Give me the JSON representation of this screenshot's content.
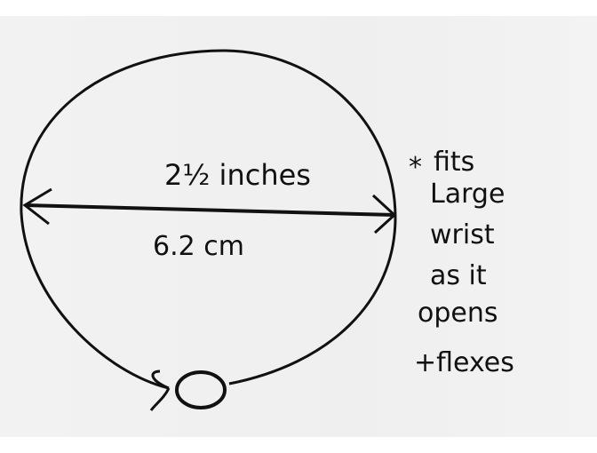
{
  "diameter_imperial": "2½ inches",
  "diameter_metric": "6.2 cm",
  "note": {
    "asterisk": "*",
    "lines": [
      "fits",
      "Large",
      "wrist",
      "as it",
      "opens",
      "+flexes"
    ]
  },
  "ink_color": "#111111"
}
